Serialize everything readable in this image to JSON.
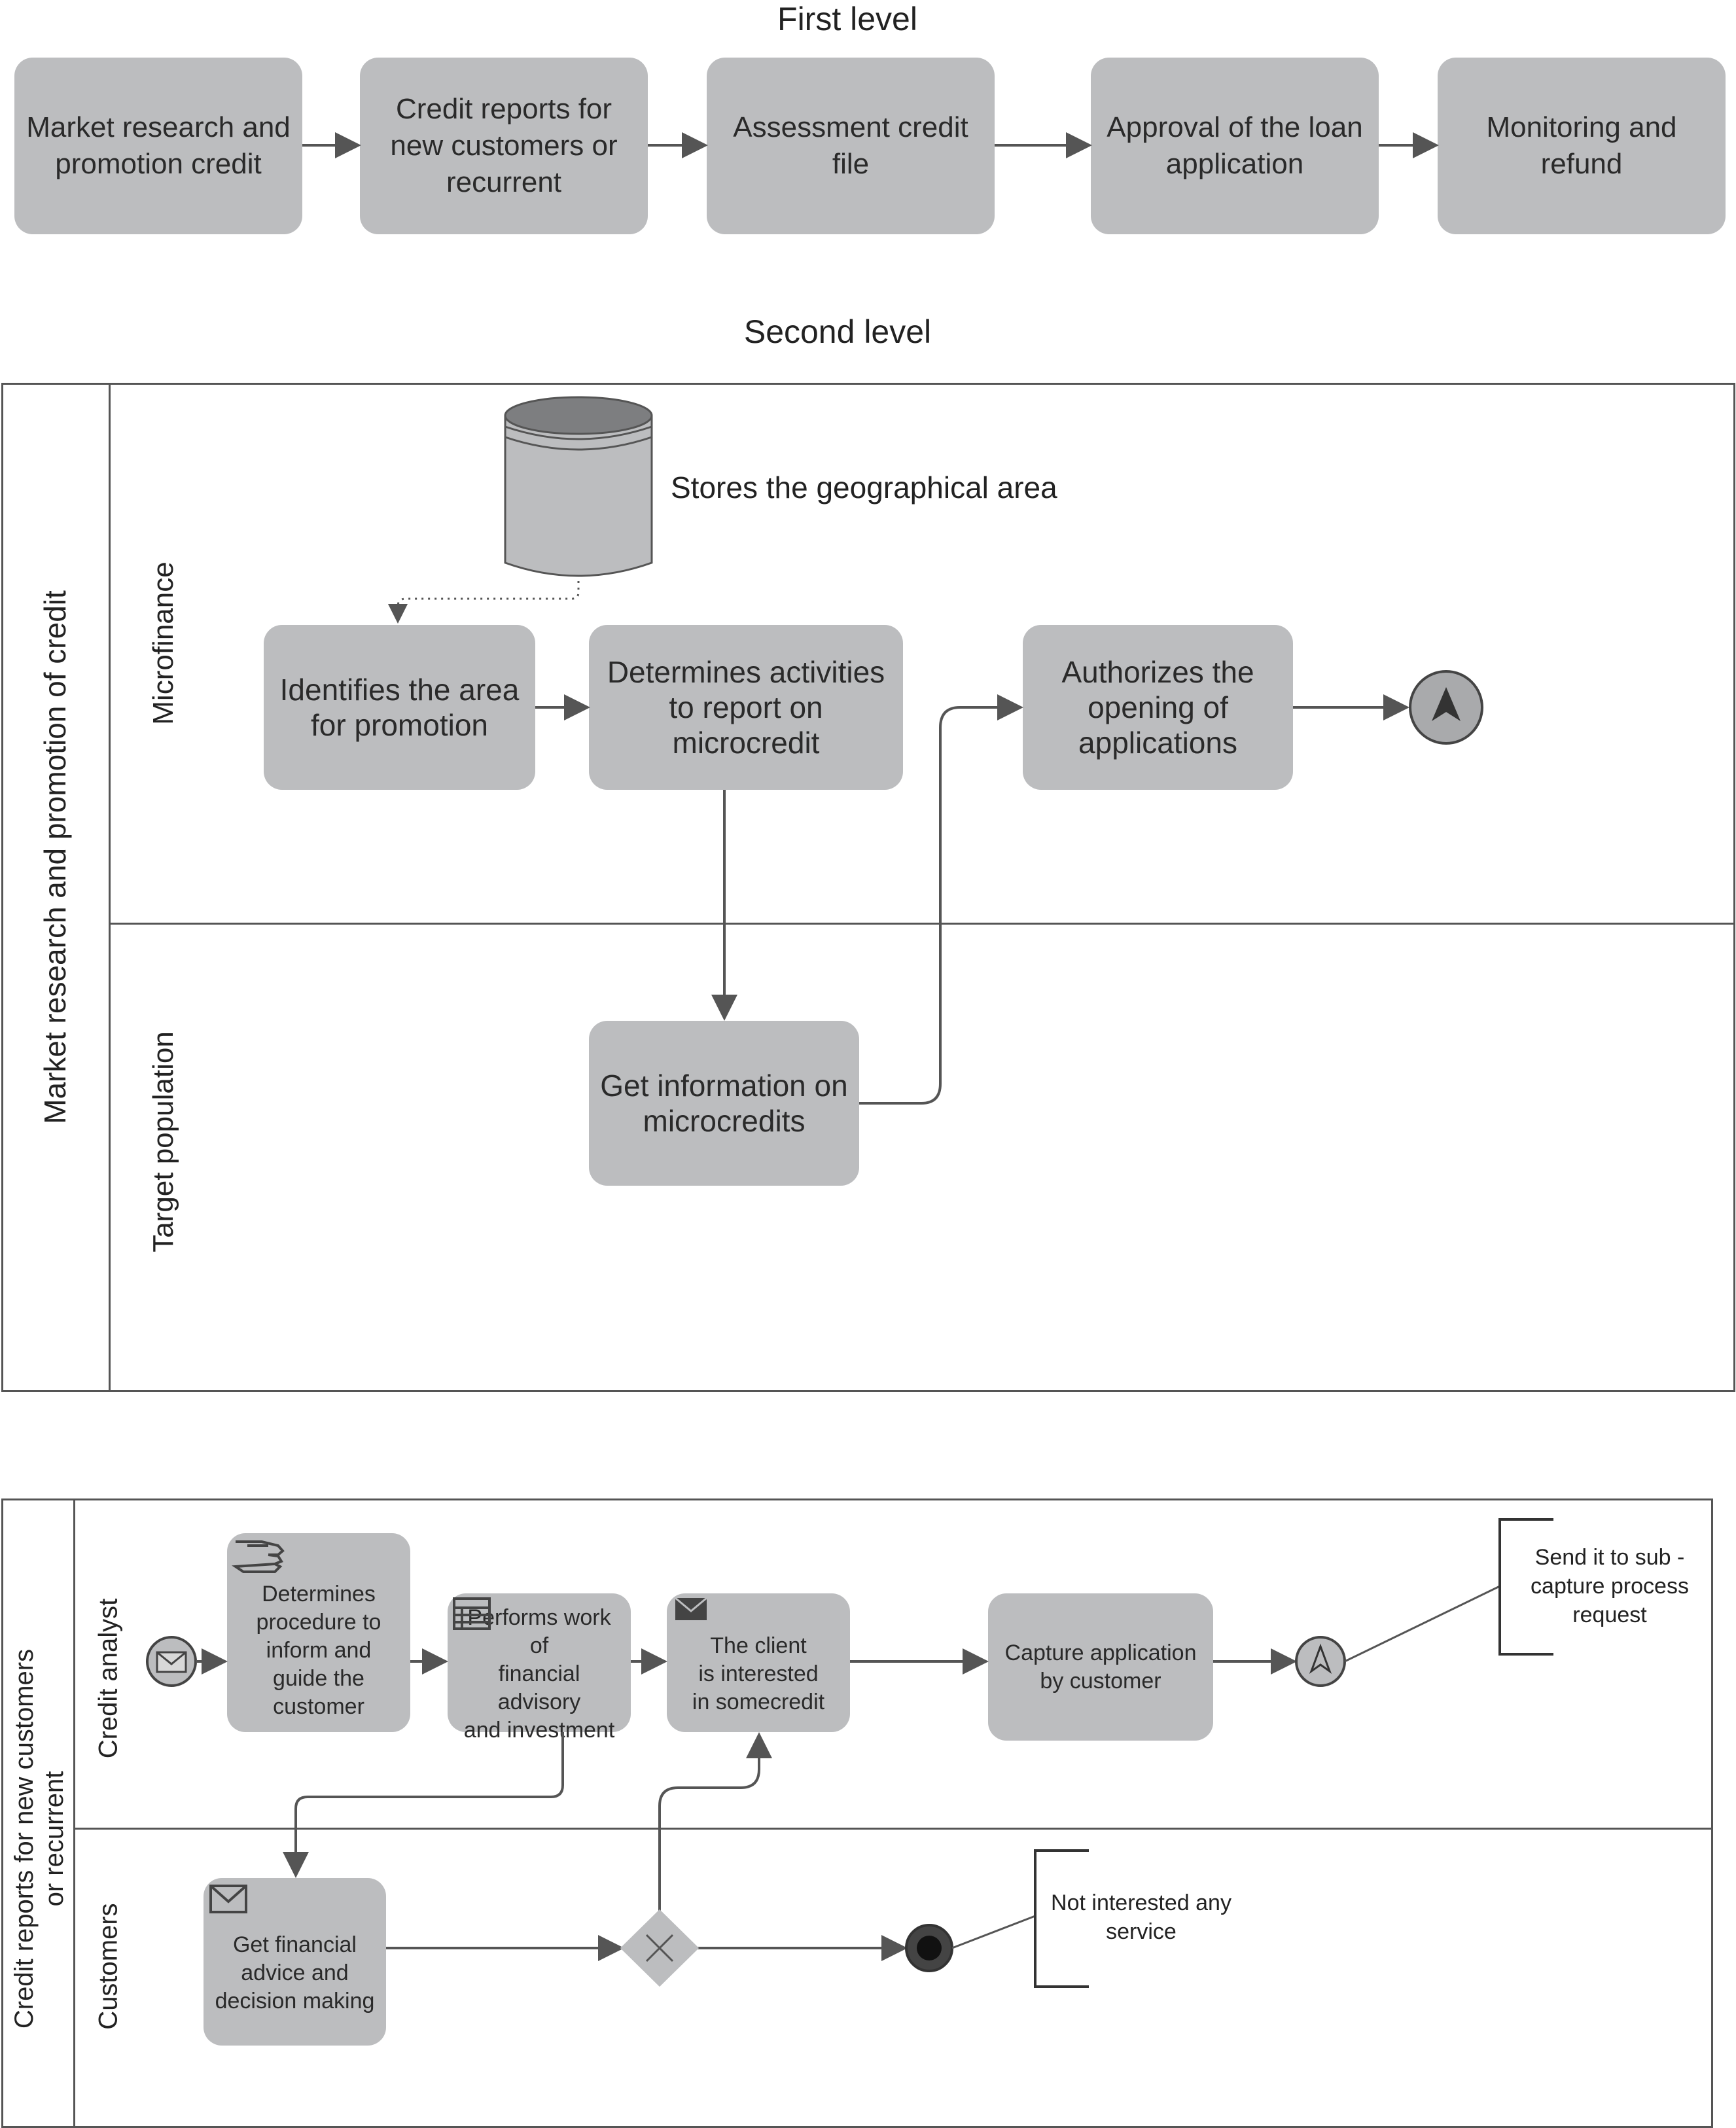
{
  "first_level": {
    "title": "First level",
    "steps": [
      "Market research and\npromotion credit",
      "Credit reports for\nnew customers or\nrecurrent",
      "Assessment credit\nfile",
      "Approval of the loan\napplication",
      "Monitoring and\nrefund"
    ]
  },
  "second_level": {
    "title": "Second level",
    "pool_label": "Market research and promotion of credit",
    "lanes": [
      "Microfinance",
      "Target population"
    ],
    "data_store_label": "Stores the geographical area",
    "tasks": {
      "identifies": "Identifies the area\nfor promotion",
      "determines": "Determines activities\nto report on\nmicrocredit",
      "authorizes": "Authorizes the\nopening of\napplications",
      "get_info": "Get information on\nmicrocredits"
    }
  },
  "third_diagram": {
    "pool_label": "Credit reports for new customers\nor recurrent",
    "lanes": [
      "Credit analyst",
      "Customers"
    ],
    "tasks": {
      "procedure": "Determines\nprocedure to\ninform and\nguide the\ncustomer",
      "advisory": "Performs work of\nfinancial advisory\nand investment",
      "interested": "The client\nis interested\nin somecredit",
      "capture": "Capture application\nby customer",
      "financial_advice": "Get financial\nadvice and\ndecision making"
    },
    "annotations": {
      "subcapture": "Send it to sub -\ncapture process\nrequest",
      "not_interested": "Not interested any\nservice"
    }
  },
  "colors": {
    "task_fill": "#bcbdbf",
    "line": "#555555",
    "event_fill": "#bcbdbf",
    "end_event": "#111111"
  },
  "icons": [
    "database-icon",
    "envelope-icon",
    "hand-icon",
    "table-icon",
    "escalation-icon",
    "exclusive-gateway-icon"
  ]
}
